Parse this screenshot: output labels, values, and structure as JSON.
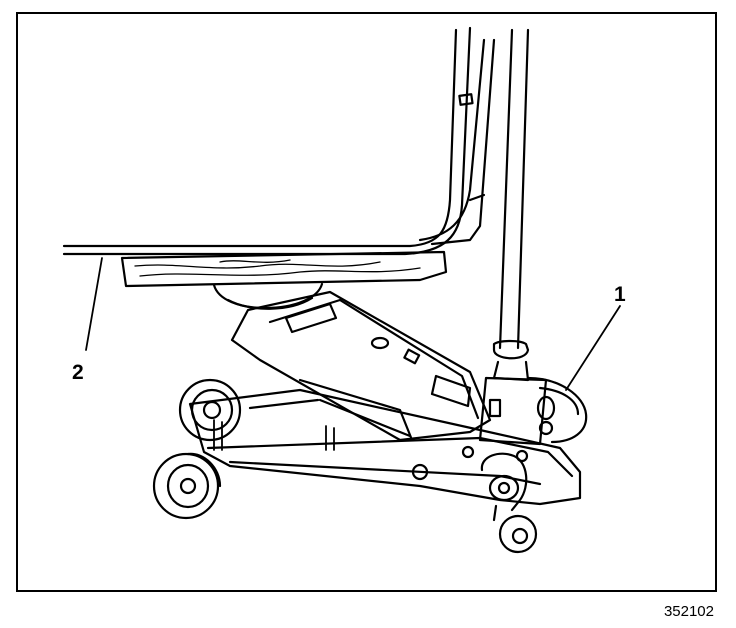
{
  "callouts": {
    "one": "1",
    "two": "2"
  },
  "figure_id": "352102",
  "colors": {
    "line": "#000000",
    "background": "#ffffff"
  }
}
